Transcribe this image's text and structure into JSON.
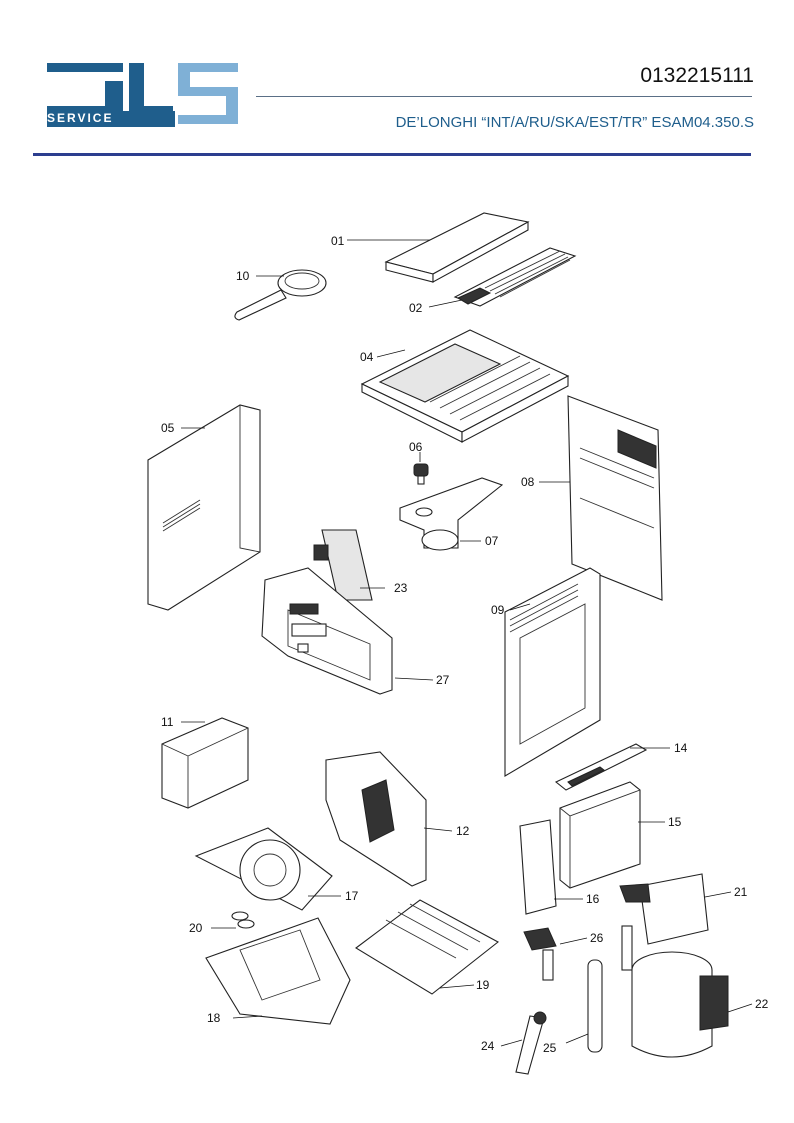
{
  "header": {
    "logo_text": "SERVICE",
    "document_code": "0132215111",
    "model_line": "DE’LONGHI “INT/A/RU/SKA/EST/TR” ESAM04.350.S",
    "brand_color": "#1f5e8c",
    "brand_light_color": "#7fb0d6",
    "rule_color": "#2c3e8f"
  },
  "parts": [
    {
      "id": "01"
    },
    {
      "id": "02"
    },
    {
      "id": "04"
    },
    {
      "id": "05"
    },
    {
      "id": "06"
    },
    {
      "id": "07"
    },
    {
      "id": "08"
    },
    {
      "id": "09"
    },
    {
      "id": "10"
    },
    {
      "id": "11"
    },
    {
      "id": "12"
    },
    {
      "id": "14"
    },
    {
      "id": "15"
    },
    {
      "id": "16"
    },
    {
      "id": "17"
    },
    {
      "id": "18"
    },
    {
      "id": "19"
    },
    {
      "id": "20"
    },
    {
      "id": "21"
    },
    {
      "id": "22"
    },
    {
      "id": "23"
    },
    {
      "id": "24"
    },
    {
      "id": "25"
    },
    {
      "id": "26"
    },
    {
      "id": "27"
    }
  ]
}
